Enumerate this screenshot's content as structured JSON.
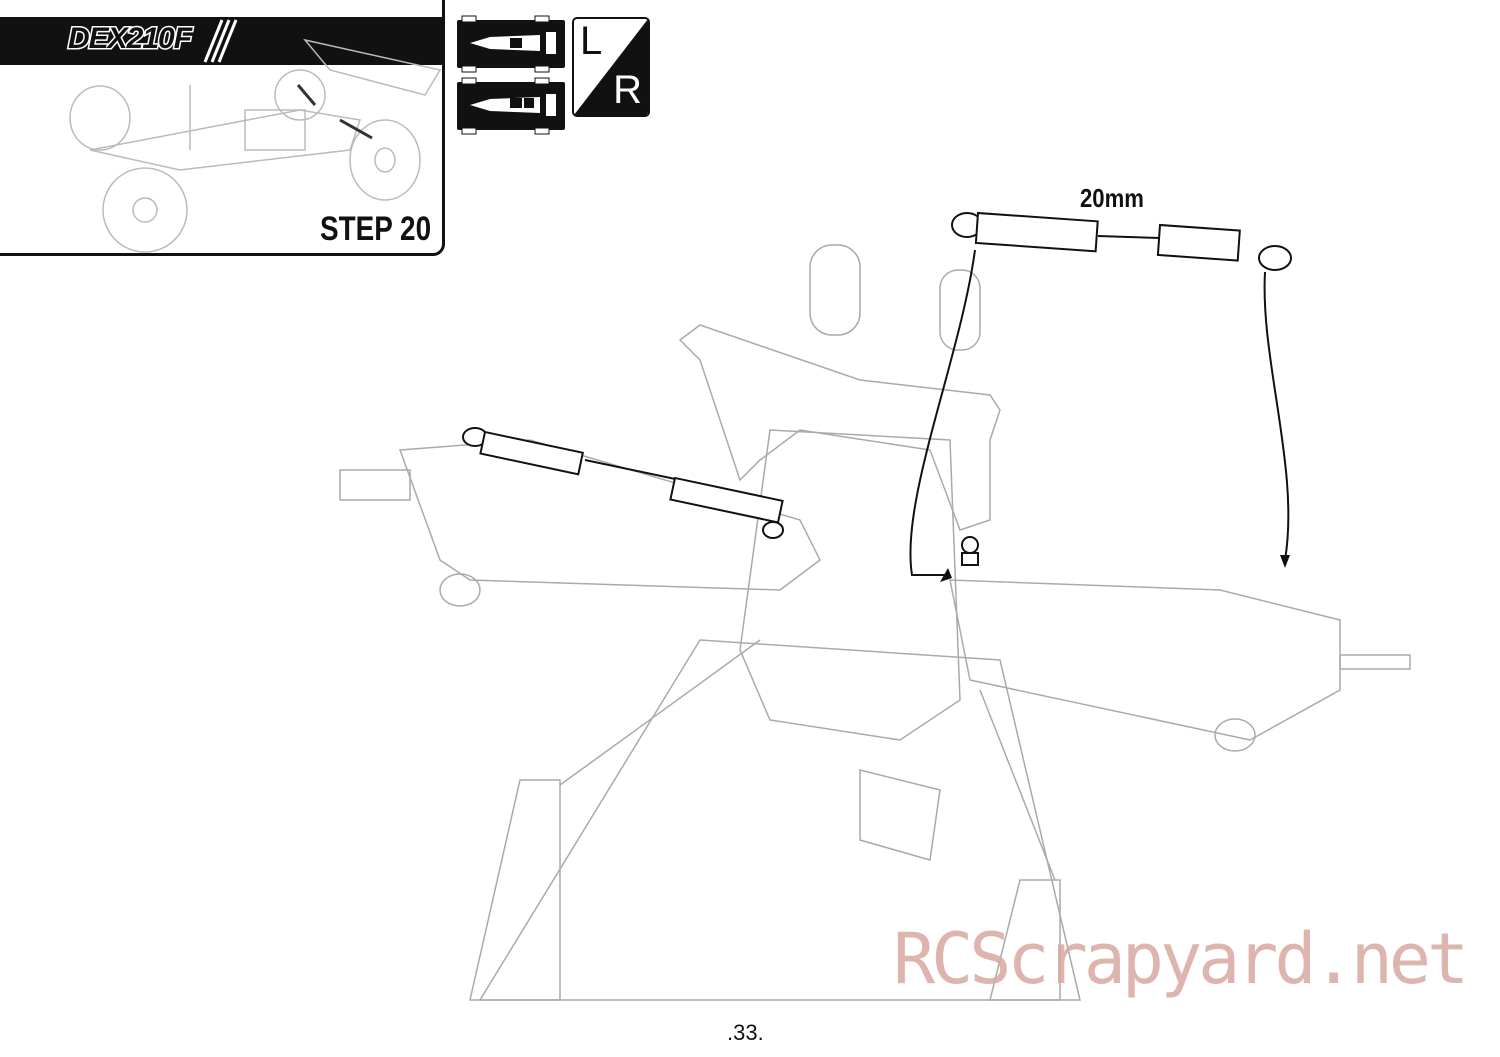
{
  "header": {
    "brand_logo": "DEX210F",
    "step_label": "STEP 20"
  },
  "side_indicator": {
    "left": "L",
    "right": "R"
  },
  "diagram": {
    "measurement": "20mm"
  },
  "footer": {
    "page_number": ".33."
  },
  "watermark": "RCScrapyard.net"
}
